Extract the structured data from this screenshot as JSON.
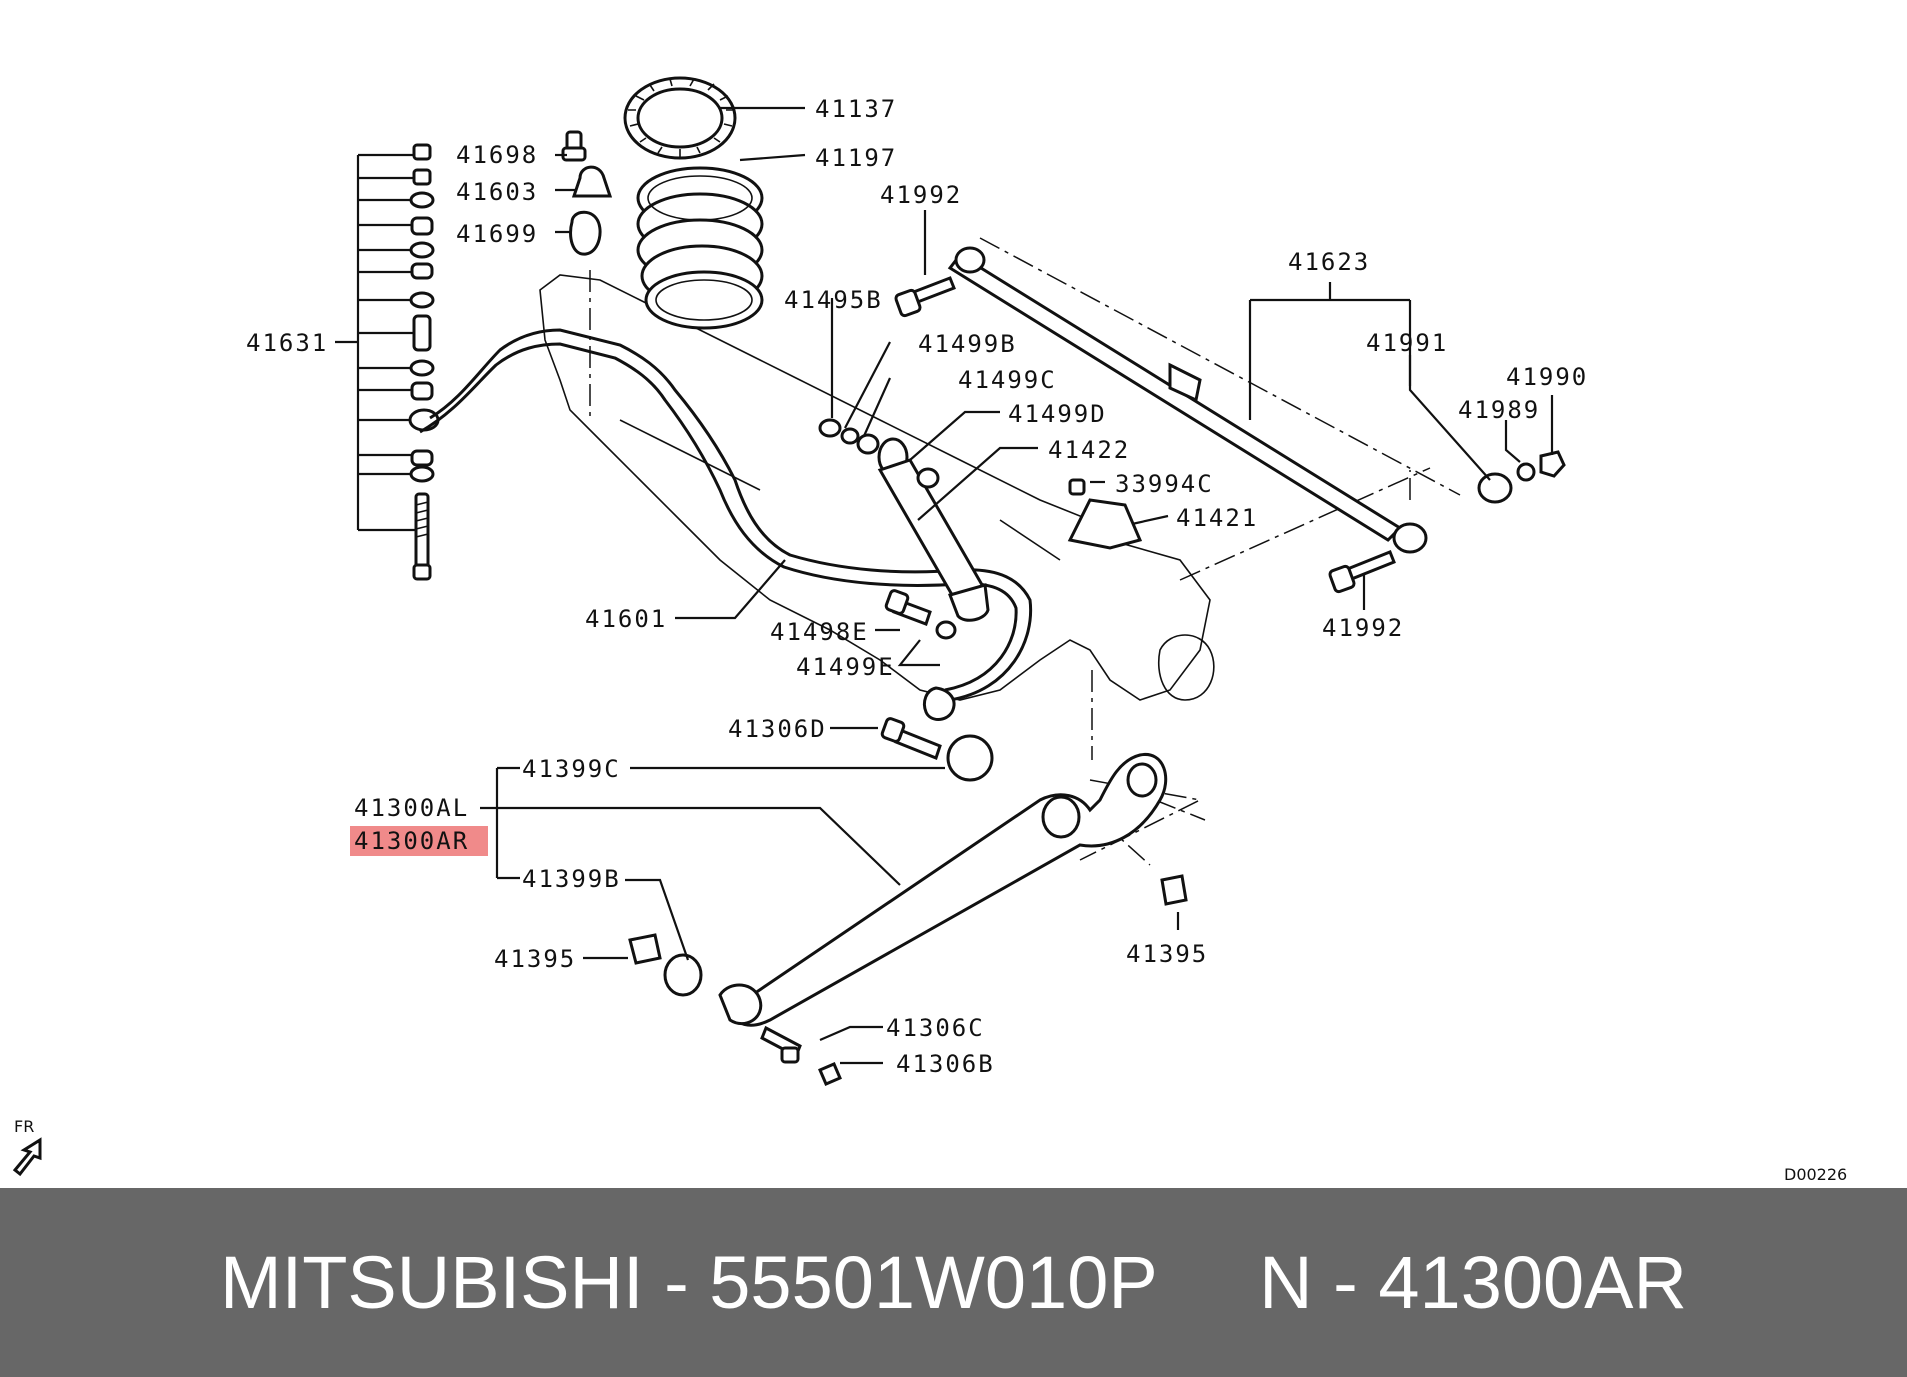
{
  "diagram": {
    "labels": {
      "p41137": "41137",
      "p41197": "41197",
      "p41698": "41698",
      "p41603": "41603",
      "p41699": "41699",
      "p41631": "41631",
      "p41992_top": "41992",
      "p41495b": "41495B",
      "p41499b": "41499B",
      "p41499c": "41499C",
      "p41499d": "41499D",
      "p41422": "41422",
      "p33994c": "33994C",
      "p41421": "41421",
      "p41623": "41623",
      "p41991": "41991",
      "p41990": "41990",
      "p41989": "41989",
      "p41992_bottom": "41992",
      "p41601": "41601",
      "p41498e": "41498E",
      "p41499e": "41499E",
      "p41306d": "41306D",
      "p41399c": "41399C",
      "p41300al": "41300AL",
      "p41300ar": "41300AR",
      "p41399b": "41399B",
      "p41395_left": "41395",
      "p41395_right": "41395",
      "p41306c": "41306C",
      "p41306b": "41306B",
      "fr": "FR",
      "code": "D00226"
    },
    "highlight_color": "#f08a8a"
  },
  "footer": {
    "text": "MITSUBISHI - 55501W010P     N - 41300AR",
    "background": "#676767",
    "color": "#ffffff"
  }
}
